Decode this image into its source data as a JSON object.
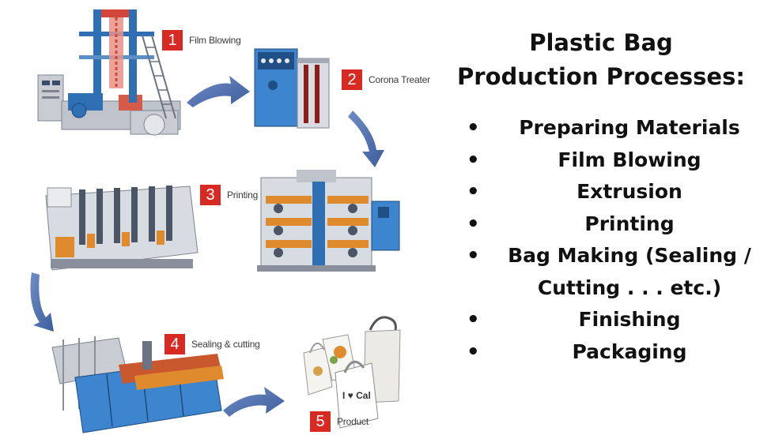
{
  "title": {
    "line1": "Plastic Bag",
    "line2": "Production Processes:"
  },
  "process_list": [
    "Preparing Materials",
    "Film Blowing",
    "Extrusion",
    "Printing",
    "Bag Making (Sealing / Cutting . . . etc.)",
    "Finishing",
    "Packaging"
  ],
  "steps": [
    {
      "number": "1",
      "label": "Film Blowing"
    },
    {
      "number": "2",
      "label": "Corona Treater"
    },
    {
      "number": "3",
      "label": "Printing"
    },
    {
      "number": "4",
      "label": "Sealing & cutting"
    },
    {
      "number": "5",
      "label": "Product"
    }
  ],
  "bag_print": "I ♥ Cal",
  "colors": {
    "step_badge": "#d62a22",
    "arrow": "#4f6fae",
    "machine_blue": "#2f6fb4",
    "machine_grey": "#c9ccd3"
  }
}
